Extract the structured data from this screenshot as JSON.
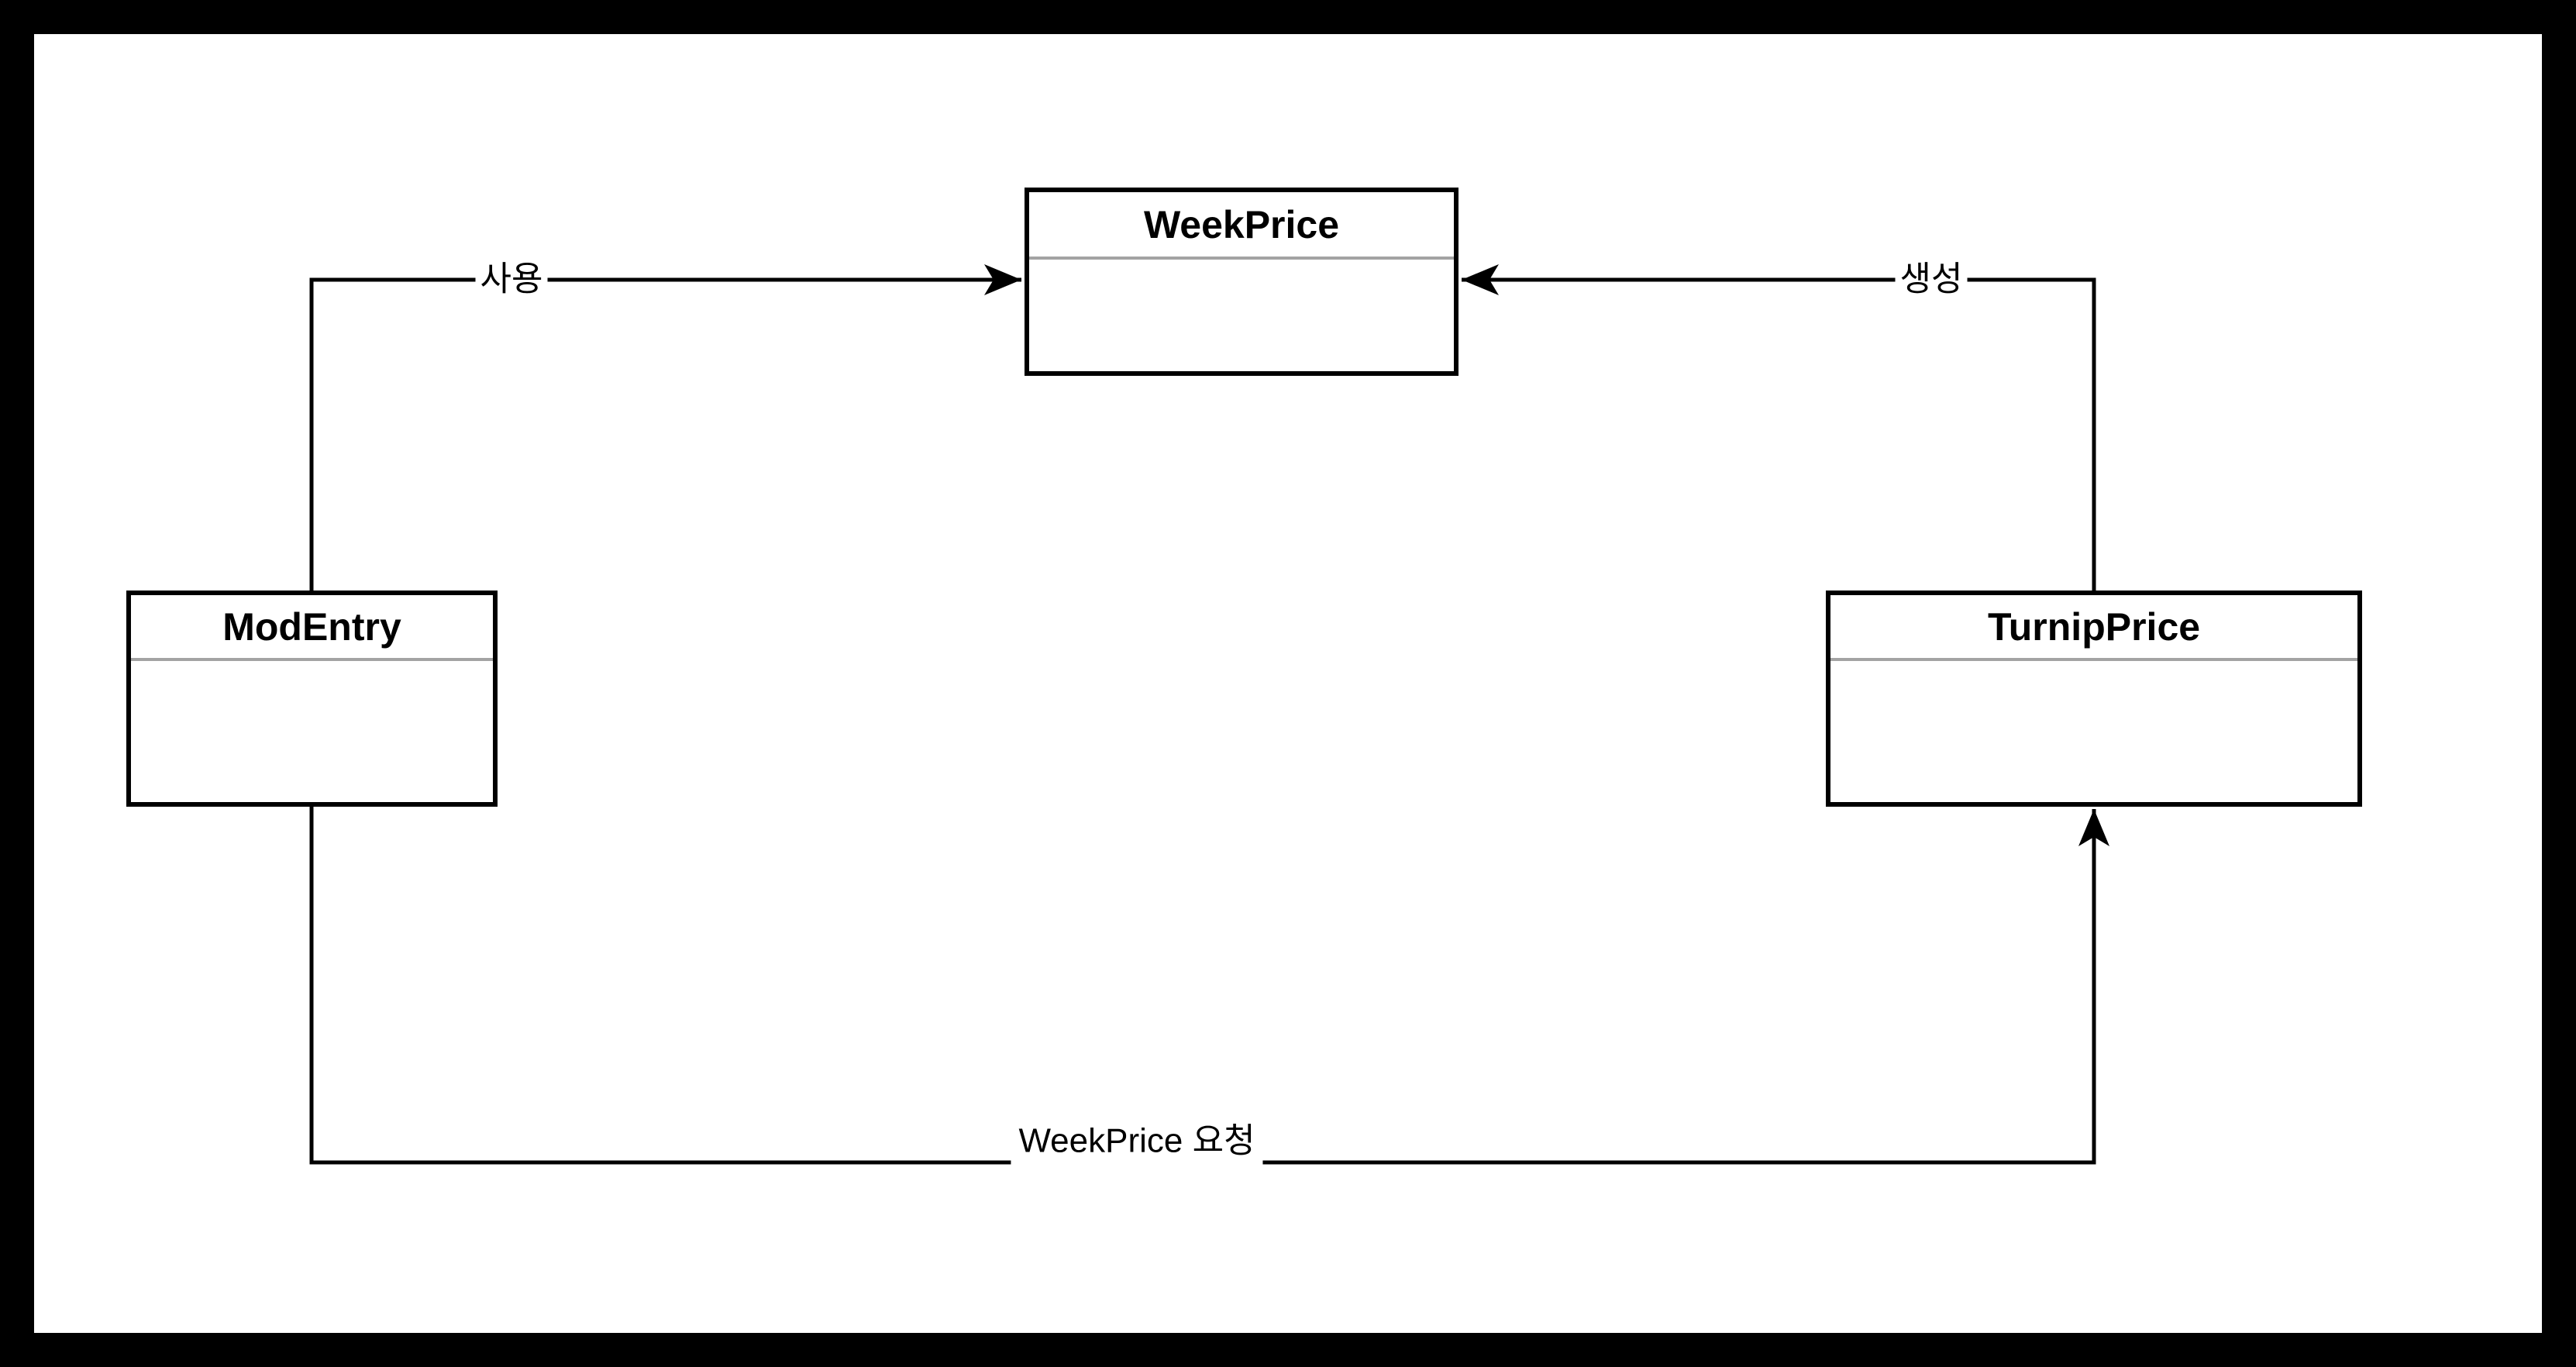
{
  "window": {
    "background": "#000000",
    "canvas_background": "#ffffff"
  },
  "diagram": {
    "type": "uml-class-diagram",
    "colors": {
      "stroke": "#000000",
      "node_fill": "#ffffff",
      "divider": "#a3a3a3",
      "text": "#000000"
    },
    "nodes": [
      {
        "title": "WeekPrice"
      },
      {
        "title": "ModEntry"
      },
      {
        "title": "TurnipPrice"
      }
    ],
    "edges": [
      {
        "label": "사용",
        "from": "ModEntry",
        "to": "WeekPrice",
        "arrow": "into-left-side-of-WeekPrice"
      },
      {
        "label": "생성",
        "from": "TurnipPrice",
        "to": "WeekPrice",
        "arrow": "into-right-side-of-WeekPrice"
      },
      {
        "label": "WeekPrice 요청",
        "from": "ModEntry",
        "to": "TurnipPrice",
        "arrow": "into-bottom-of-TurnipPrice"
      }
    ]
  }
}
